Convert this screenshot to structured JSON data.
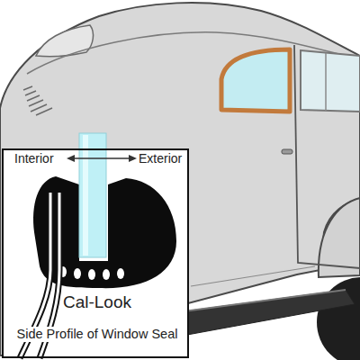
{
  "diagram": {
    "nodes": [
      {
        "text": [
          "Cal-Look",
          "Side Profile of Window Seal"
        ]
      }
    ],
    "labels": [
      "Interior",
      "Exterior"
    ]
  }
}
